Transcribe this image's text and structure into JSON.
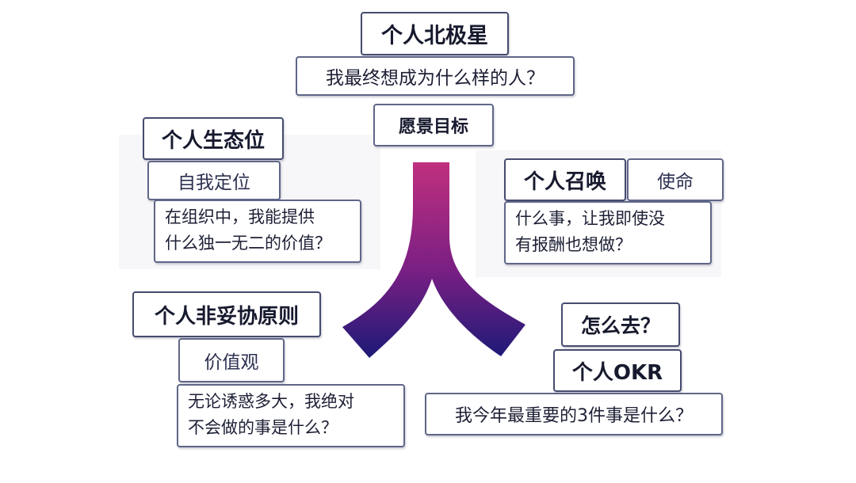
{
  "north_star": {
    "title": "个人北极星",
    "question": "我最终想成为什么样的人？",
    "tag": "愿景目标"
  },
  "ecological_niche": {
    "title": "个人生态位",
    "tag": "自我定位",
    "question_line1": "在组织中，我能提供",
    "question_line2": "什么独一无二的价值？"
  },
  "calling": {
    "title": "个人召唤",
    "tag": "使命",
    "question_line1": "什么事，让我即使没",
    "question_line2": "有报酬也想做？"
  },
  "principles": {
    "title": "个人非妥协原则",
    "tag": "价值观",
    "question_line1": "无论诱惑多大，我绝对",
    "question_line2": "不会做的事是什么？"
  },
  "okr": {
    "prompt": "怎么去？",
    "title": "个人OKR",
    "question": "我今年最重要的3件事是什么？"
  },
  "colors": {
    "glyph_top": "#c0307e",
    "glyph_mid": "#7a1f83",
    "glyph_bottom": "#1d1a77",
    "border": "#5f6688",
    "text": "#171a2e"
  }
}
